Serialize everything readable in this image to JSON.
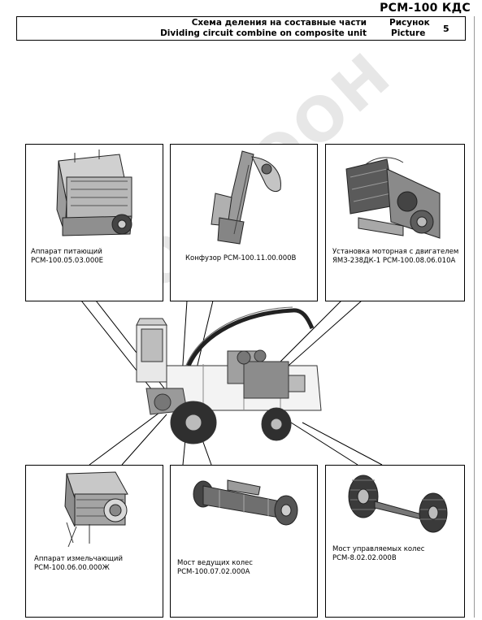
{
  "document": {
    "code": "РСМ-100 КДС"
  },
  "header": {
    "title_ru": "Схема деления на составные части",
    "title_en": "Dividing circuit combine on composite unit",
    "figure_ru": "Рисунок",
    "figure_en": "Picture",
    "figure_number": "5"
  },
  "panels": [
    {
      "id": "feeder",
      "line1": "Аппарат питающий",
      "line2": "РСМ-100.05.03.000Е",
      "icon": "feeder-unit-icon"
    },
    {
      "id": "confusor",
      "line1": "Конфузор РСМ-100.11.00.000В",
      "line2": "",
      "icon": "confusor-unit-icon"
    },
    {
      "id": "engine",
      "line1": "Установка моторная с двигателем",
      "line2": "ЯМЗ-238ДК-1 РСМ-100.08.06.010А",
      "icon": "engine-unit-icon"
    },
    {
      "id": "chopper",
      "line1": "Аппарат измельчающий",
      "line2": "РСМ-100.06.00.000Ж",
      "icon": "chopper-unit-icon"
    },
    {
      "id": "drive-axle",
      "line1": "Мост ведущих колес",
      "line2": "РСМ-100.07.02.000А",
      "icon": "drive-axle-icon"
    },
    {
      "id": "steer-axle",
      "line1": "Мост управляемых колес",
      "line2": "РСМ-8.02.02.000В",
      "icon": "steer-axle-icon"
    }
  ],
  "watermark": {
    "text": "ОМЗЭОН"
  },
  "central_image": {
    "icon": "combine-harvester-icon"
  }
}
